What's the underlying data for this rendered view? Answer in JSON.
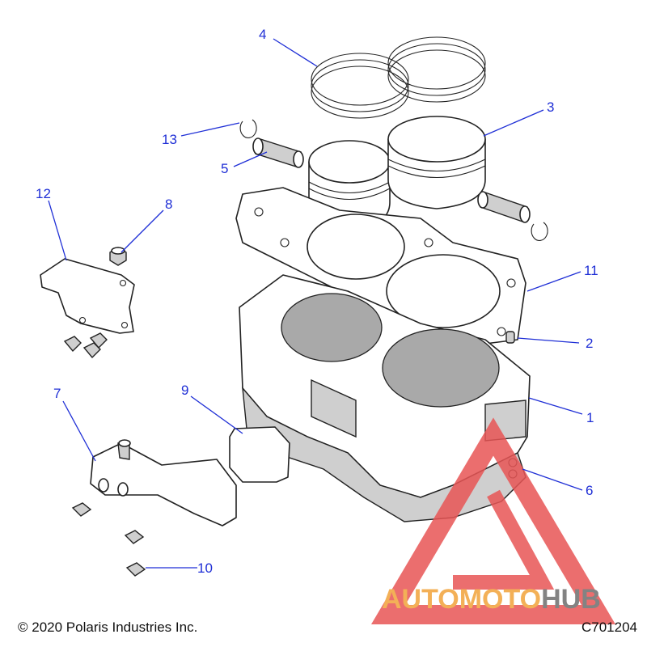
{
  "callouts": [
    {
      "id": "1",
      "label": "1"
    },
    {
      "id": "2",
      "label": "2"
    },
    {
      "id": "3",
      "label": "3"
    },
    {
      "id": "4",
      "label": "4"
    },
    {
      "id": "5",
      "label": "5"
    },
    {
      "id": "6",
      "label": "6"
    },
    {
      "id": "7",
      "label": "7"
    },
    {
      "id": "8",
      "label": "8"
    },
    {
      "id": "9",
      "label": "9"
    },
    {
      "id": "10",
      "label": "10"
    },
    {
      "id": "11",
      "label": "11"
    },
    {
      "id": "12",
      "label": "12"
    },
    {
      "id": "13",
      "label": "13"
    }
  ],
  "footer": {
    "copyright": "© 2020 Polaris Industries Inc.",
    "drawing_code": "C701204"
  },
  "watermark": {
    "text_auto": "AUTO",
    "text_moto": "MOTO",
    "text_hub": "HUB",
    "accent_color": "#f2a33a",
    "hub_color": "#6e6e6e",
    "triangle_color": "#e85555"
  },
  "colors": {
    "callout": "#1f2fd6",
    "line": "#222222"
  }
}
